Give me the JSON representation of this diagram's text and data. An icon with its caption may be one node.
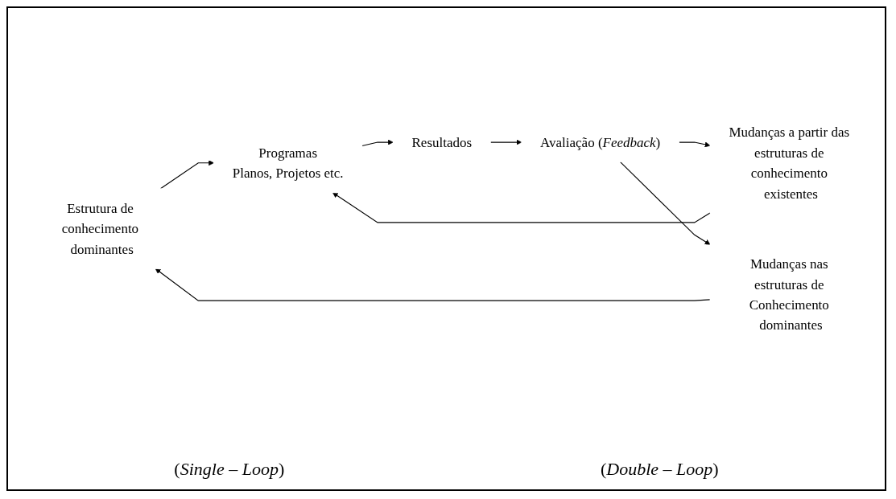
{
  "diagram": {
    "nodes": [
      {
        "text": [
          "Estrutura de conhecimento dominantes"
        ]
      },
      {
        "text": [
          "Programas",
          "Planos, Projetos etc."
        ]
      },
      {
        "text": [
          "Resultados"
        ]
      },
      {
        "text": [
          "Mudanças a partir das estruturas de conhecimento existentes"
        ]
      },
      {
        "text": [
          "Avaliação (*Feedback*)"
        ]
      },
      {
        "text": [
          "Mudanças nas estruturas de Conhecimento dominantes"
        ]
      }
    ],
    "edges": [
      {
        "from": 0,
        "to": 1,
        "arrow": "to"
      },
      {
        "from": 1,
        "to": 2,
        "arrow": "to"
      },
      {
        "from": 2,
        "to": 4,
        "arrow": "to"
      },
      {
        "from": 4,
        "to": 3,
        "arrow": "to"
      },
      {
        "from": 3,
        "to": 1,
        "arrow": "to"
      },
      {
        "from": 4,
        "to": 5,
        "arrow": "to"
      },
      {
        "from": 5,
        "to": 0,
        "arrow": "to"
      }
    ],
    "labels": [
      "(*Single – Loop*)",
      "(*Double – Loop*)"
    ]
  }
}
